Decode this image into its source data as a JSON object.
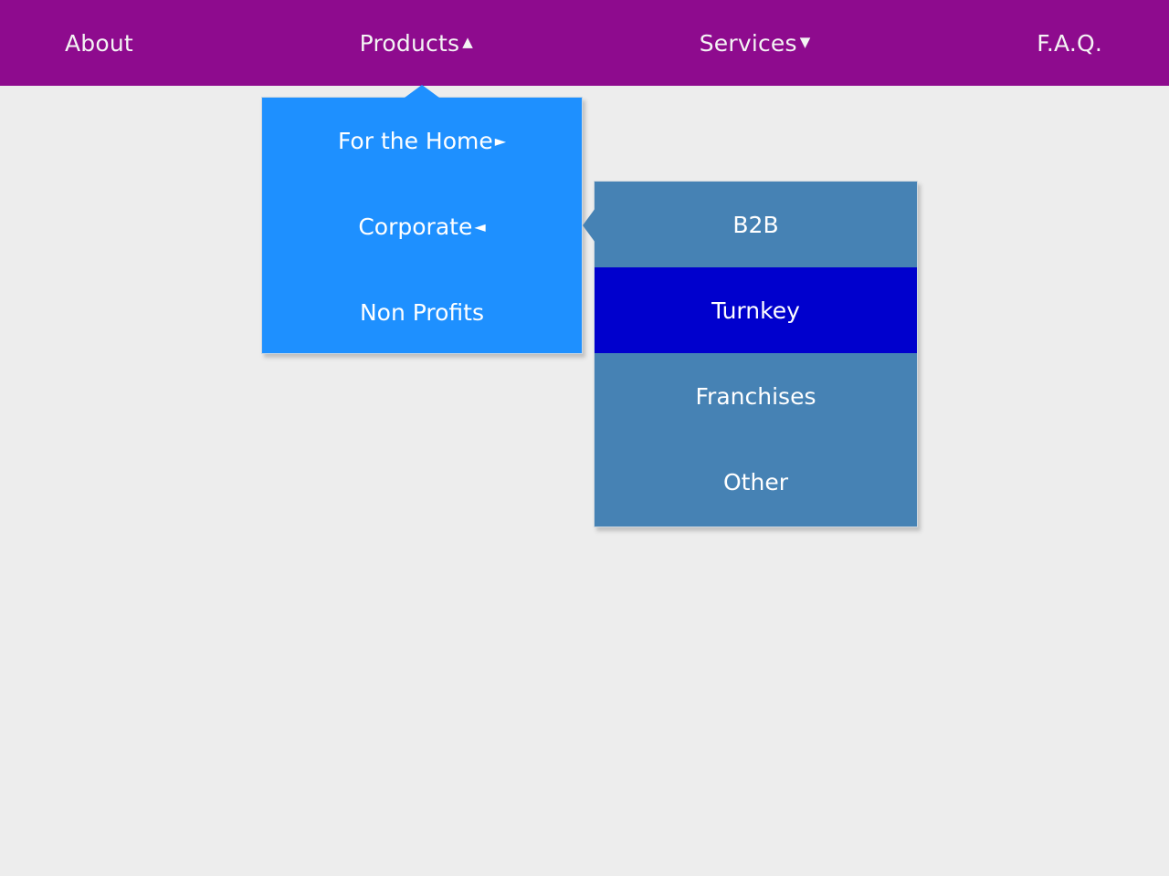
{
  "colors": {
    "page_background": "#ededed",
    "navbar_background": "#8e0b8e",
    "navbar_text": "#f4f4f4",
    "menu_level1_background": "#1e90ff",
    "menu_level2_background": "#4682b4",
    "menu_item_selected_background": "#0000cd",
    "menu_text": "#ffffff",
    "panel_border": "#c9d6e2"
  },
  "navbar": {
    "items": [
      {
        "label": "About",
        "caret": "",
        "expanded": false
      },
      {
        "label": "Products",
        "caret": "▲",
        "expanded": true
      },
      {
        "label": "Services",
        "caret": "▼",
        "expanded": false
      },
      {
        "label": "F.A.Q.",
        "caret": "",
        "expanded": false
      }
    ]
  },
  "menu_level1": {
    "parent": "Products",
    "items": [
      {
        "label": "For the Home",
        "caret": "►",
        "has_submenu": true,
        "selected": false
      },
      {
        "label": "Corporate",
        "caret": "◄",
        "has_submenu": true,
        "selected": false
      },
      {
        "label": "Non Profits",
        "caret": "",
        "has_submenu": false,
        "selected": false
      }
    ]
  },
  "menu_level2": {
    "parent": "Corporate",
    "items": [
      {
        "label": "B2B",
        "selected": false
      },
      {
        "label": "Turnkey",
        "selected": true
      },
      {
        "label": "Franchises",
        "selected": false
      },
      {
        "label": "Other",
        "selected": false
      }
    ]
  }
}
